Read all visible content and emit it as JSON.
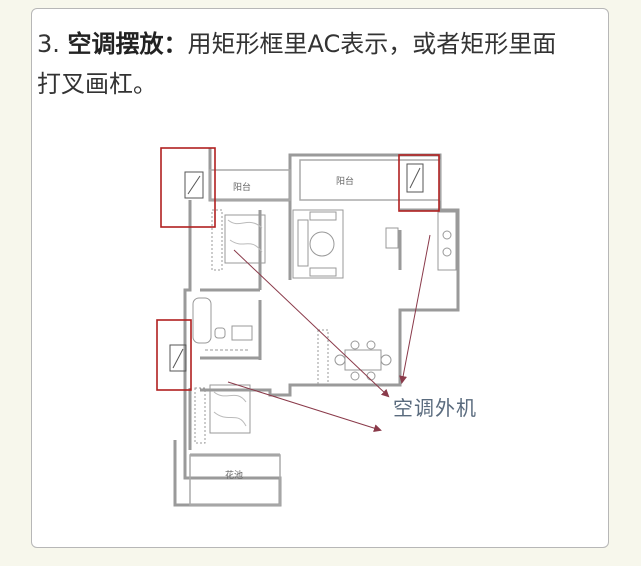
{
  "caption": {
    "number": "3.",
    "keyword": "空调摆放：",
    "text": "用矩形框里AC表示，或者矩形里面打叉画杠。"
  },
  "plan": {
    "room_balcony_left": "阳台",
    "room_balcony_right": "阳台",
    "room_garden": "花池",
    "ac_outdoor_label": "空调外机"
  },
  "colors": {
    "highlight": "#b02020",
    "wall": "#9a9a9a",
    "arrow": "#8a3a4a"
  }
}
